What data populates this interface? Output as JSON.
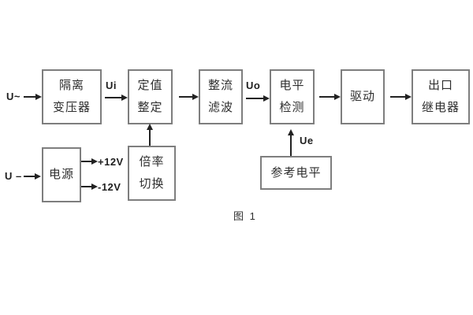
{
  "figure": {
    "caption": "图 1"
  },
  "signals": {
    "ac_input": "U~",
    "dc_input": "U –",
    "ui": "Ui",
    "uo": "Uo",
    "ue": "Ue",
    "plus_12v": "+12V",
    "minus_12v": "-12V"
  },
  "blocks": {
    "isolation_transformer": {
      "line1": "隔离",
      "line2": "变压器"
    },
    "value_setting": {
      "line1": "定值",
      "line2": "整定"
    },
    "rectifier_filter": {
      "line1": "整流",
      "line2": "滤波"
    },
    "level_detection": {
      "line1": "电平",
      "line2": "检测"
    },
    "driver": {
      "line1": "驱动"
    },
    "output_relay": {
      "line1": "出口",
      "line2": "继电器"
    },
    "power_supply": {
      "line1": "电源"
    },
    "ratio_switching": {
      "line1": "倍率",
      "line2": "切换"
    },
    "reference_level": {
      "line1": "参考电平"
    }
  },
  "colors": {
    "background": "#ffffff",
    "box_border": "#7e7e7e",
    "text": "#2e2e2e",
    "arrow": "#222222"
  }
}
